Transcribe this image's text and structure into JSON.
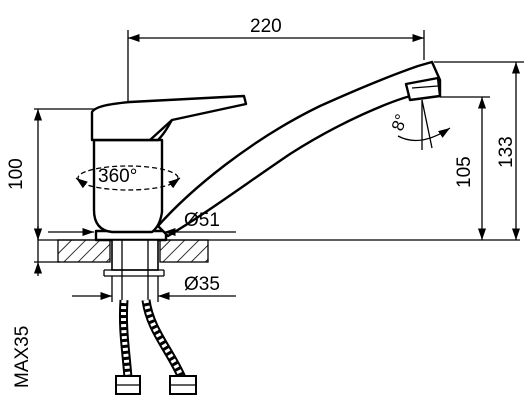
{
  "drawing": {
    "dimensions": {
      "spout_reach": "220",
      "spout_height": "105",
      "total_height": "133",
      "body_height": "100",
      "rotation_angle": "360°",
      "aerator_tilt": "8°",
      "base_diameter": "Ø51",
      "shank_diameter": "Ø35",
      "max_countertop": "MAX35"
    }
  }
}
